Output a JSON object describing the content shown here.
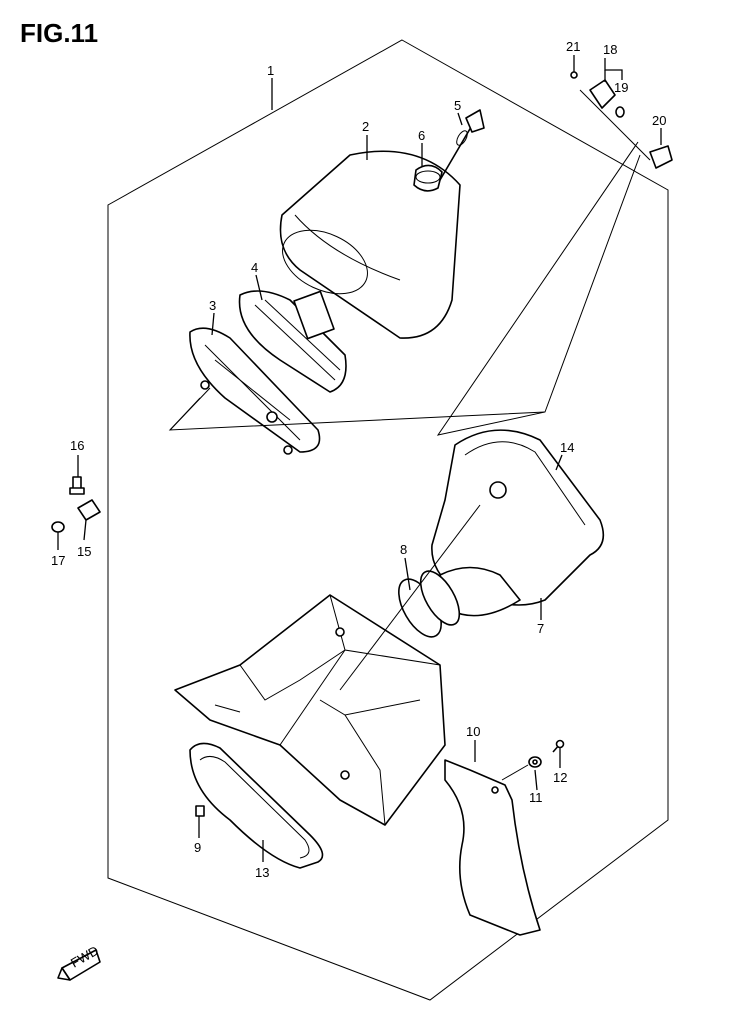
{
  "figure": {
    "title": "FIG.11"
  },
  "callouts": [
    {
      "id": "1",
      "label": "1"
    },
    {
      "id": "2",
      "label": "2"
    },
    {
      "id": "3",
      "label": "3"
    },
    {
      "id": "4",
      "label": "4"
    },
    {
      "id": "5",
      "label": "5"
    },
    {
      "id": "6",
      "label": "6"
    },
    {
      "id": "7",
      "label": "7"
    },
    {
      "id": "8",
      "label": "8"
    },
    {
      "id": "9",
      "label": "9"
    },
    {
      "id": "10",
      "label": "10"
    },
    {
      "id": "11",
      "label": "11"
    },
    {
      "id": "12",
      "label": "12"
    },
    {
      "id": "13",
      "label": "13"
    },
    {
      "id": "14",
      "label": "14"
    },
    {
      "id": "15",
      "label": "15"
    },
    {
      "id": "16",
      "label": "16"
    },
    {
      "id": "17",
      "label": "17"
    },
    {
      "id": "18",
      "label": "18"
    },
    {
      "id": "19",
      "label": "19"
    },
    {
      "id": "20",
      "label": "20"
    },
    {
      "id": "21",
      "label": "21"
    }
  ],
  "fwd_arrow": {
    "label": "FWD"
  }
}
